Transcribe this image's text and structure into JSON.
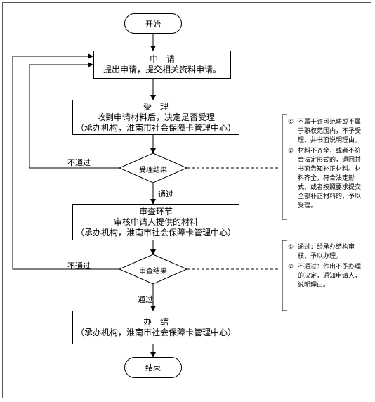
{
  "start": "开始",
  "end": "结束",
  "apply": {
    "title": "申　请",
    "desc": "提出申请，提交相关资料申请。"
  },
  "accept": {
    "title": "受　理",
    "desc": "收到申请材料后，决定是否受理",
    "org": "（承办机构，淮南市社会保障卡管理中心）"
  },
  "accept_result": "受理结果",
  "review": {
    "title": "审查环节",
    "desc": "审核申请人提供的材料",
    "org": "（承办机构，淮南市社会保障卡管理中心）"
  },
  "review_result": "审查结果",
  "finish": {
    "title": "办　结",
    "org": "（承办机构，淮南市社会保障卡管理中心）"
  },
  "edges": {
    "fail1": "不通过",
    "pass1": "通过",
    "fail2": "不通过",
    "pass2": "通过"
  },
  "notes": {
    "accept": [
      {
        "num": "①",
        "text": "不属于许可范畴或不属于职权范围内，不予受理，并书面说明理由。"
      },
      {
        "num": "②",
        "text": "材料不齐全，或者不符合法定形式的，退回并书面告知补正材料。材料齐全，符合法定形式，或者按照要求提交全部补正材料的，予以受理。"
      }
    ],
    "review": [
      {
        "num": "①",
        "text": "通过：经承办结构审核，予以办理。"
      },
      {
        "num": "②",
        "text": "不通过：作出不予办理的决定，通知申请人，说明理由。"
      }
    ]
  }
}
